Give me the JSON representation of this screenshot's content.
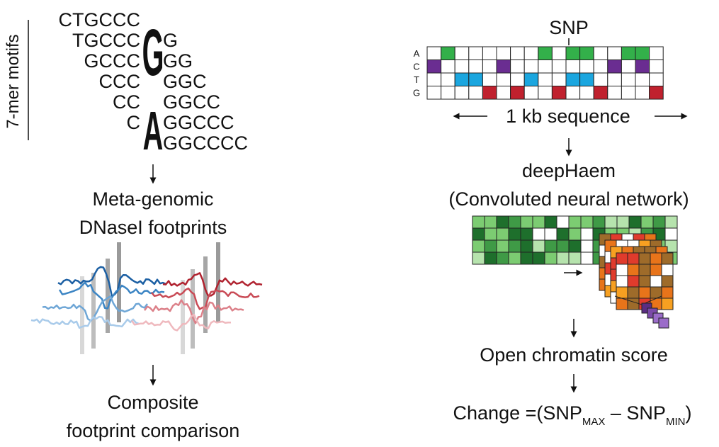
{
  "left": {
    "axis_label": "7-mer motifs",
    "motif_rows": [
      {
        "prefix": "CTGCCC",
        "suffix": ""
      },
      {
        "prefix": "TGCCC",
        "suffix": "G"
      },
      {
        "prefix": "GCCC",
        "suffix": "GG"
      },
      {
        "prefix": "CCC",
        "suffix": "GGC"
      },
      {
        "prefix": "CC",
        "suffix": "GGCC"
      },
      {
        "prefix": "C",
        "suffix": "GGCCC"
      },
      {
        "prefix": "",
        "suffix": "GGCCCC"
      }
    ],
    "logo_top_letter": "G",
    "logo_bottom_letter": "A",
    "step1_line1": "Meta-genomic",
    "step1_line2": "DNaseI footprints",
    "step2_line1": "Composite",
    "step2_line2": "footprint comparison"
  },
  "right": {
    "snp_label": "SNP",
    "bases": [
      "A",
      "C",
      "T",
      "G"
    ],
    "sequence_label": "1 kb sequence",
    "one_hot": {
      "columns": 17,
      "A": [
        1,
        8,
        10,
        11,
        14,
        15
      ],
      "C": [
        0,
        5,
        13,
        15
      ],
      "T": [
        2,
        3,
        7,
        10,
        11
      ],
      "G": [
        4,
        6,
        9,
        12,
        16
      ]
    },
    "model_title": "deepHaem",
    "model_subtitle": "(Convoluted neural network)",
    "score_label": "Open chromatin score",
    "change_prefix": "Change =(SNP",
    "change_sub_max": "MAX",
    "change_mid": " – SNP",
    "change_sub_min": "MIN",
    "change_suffix": ")"
  },
  "colors": {
    "A": "#33b04a",
    "C": "#6a2d91",
    "T": "#1ba6df",
    "G": "#c0212e",
    "logo_G": "#c0212e",
    "logo_A": "#1f77c0",
    "blue_tracks": [
      "#1b5fa3",
      "#3c85c4",
      "#6ea6d6",
      "#a9cbea"
    ],
    "red_tracks": [
      "#b0222f",
      "#c94b56",
      "#dc8089",
      "#efb9be"
    ],
    "greens": [
      "#1e6f2c",
      "#3f9a46",
      "#7ccc72",
      "#b6e3ad",
      "#ffffff"
    ],
    "oranges": [
      "#e8741a",
      "#f7a021",
      "#e03b2c",
      "#9e6b2a",
      "#ffffff"
    ],
    "purples": [
      "#5a2d82",
      "#7b49a8",
      "#9b6cc9"
    ]
  }
}
